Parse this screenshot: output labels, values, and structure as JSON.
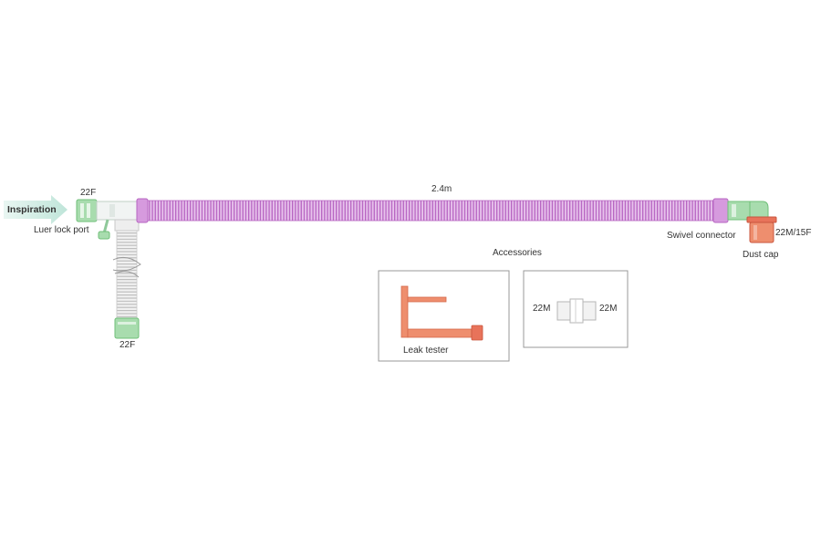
{
  "labels": {
    "inspiration": "Inspiration",
    "luer_lock_port": "Luer lock port",
    "port_top": "22F",
    "port_bottom": "22F",
    "length": "2.4m",
    "swivel_connector": "Swivel connector",
    "end_size": "22M/15F",
    "dust_cap": "Dust cap",
    "accessories": "Accessories",
    "leak_tester": "Leak tester",
    "adapter_left": "22M",
    "adapter_right": "22M"
  },
  "colors": {
    "tube_purple": "#c77bd0",
    "tube_purple_light": "#e4bde9",
    "connector_green": "#a8dcae",
    "connector_green_dark": "#6fbf78",
    "cap_red": "#e8735a",
    "leak_tester_orange": "#ee8e6e",
    "arrow_teal": "#c6e8df",
    "box_border": "#999999"
  }
}
